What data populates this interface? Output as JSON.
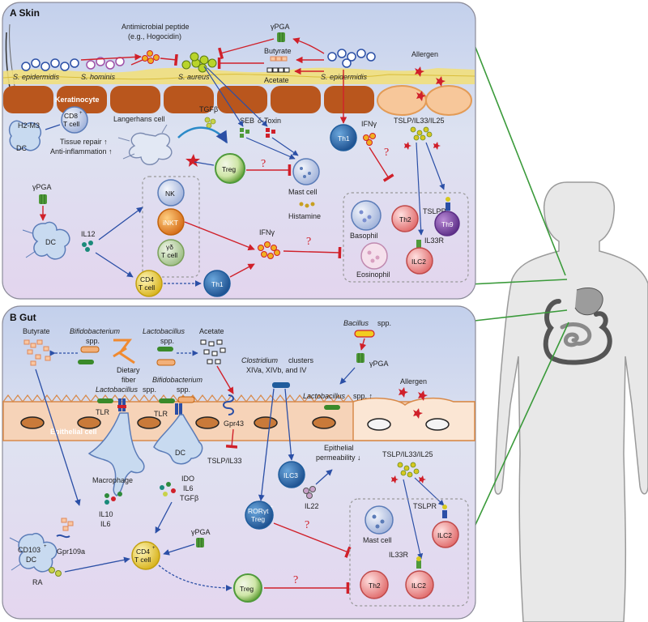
{
  "panel_a": {
    "heading": "A  Skin",
    "keratinocyte": "Keratinocyte",
    "antimicrobial_peptide": "Antimicrobial peptide",
    "hogocidin": "(e.g., Hogocidin)",
    "gpga_top": "γPGA",
    "butyrate": "Butyrate",
    "acetate": "Acetate",
    "allergen": "Allergen",
    "s_epidermidis_left": "S. epidermidis",
    "s_hominis": "S. hominis",
    "s_aureus": "S. aureus",
    "s_epidermidis_right": "S. epidermidis",
    "h2m3": "H2-M3",
    "cd8": "CD8",
    "cd8_sup": "+",
    "t_cell": "T cell",
    "dc": "DC",
    "tissue_repair": "Tissue repair ↑",
    "anti_inflammation": "Anti-inflammation ↑",
    "langerhans": "Langerhans cell",
    "tgfb": "TGFβ",
    "seb": "SEB",
    "delta_toxin": "δ-Toxin",
    "th1_top": "Th1",
    "ifng_top": "IFNγ",
    "tslp": "TSLP/IL33/IL25",
    "treg": "Treg",
    "mast_cell": "Mast cell",
    "histamine": "Histamine",
    "gpga_left": "γPGA",
    "dc2": "DC",
    "il12": "IL12",
    "nk": "NK",
    "inkt": "iNKT",
    "gd": "γδ",
    "gd_t": "T cell",
    "cd4": "CD4",
    "cd4_t": "T cell",
    "th1_bottom": "Th1",
    "ifng_mid": "IFNγ",
    "basophil": "Basophil",
    "th2": "Th2",
    "eosinophil": "Eosinophil",
    "tslpr": "TSLPR",
    "th9": "Th9",
    "il33r": "IL33R",
    "ilc2": "ILC2",
    "question": "?"
  },
  "panel_b": {
    "heading": "B  Gut",
    "butyrate": "Butyrate",
    "bifido_top": "Bifidobacterium",
    "spp1": "spp.",
    "lacto_top": "Lactobacillus",
    "spp2": "spp.",
    "acetate": "Acetate",
    "bacillus": "Bacillus",
    "bacillus_spp": "spp.",
    "dietary": "Dietary",
    "fiber": "fiber",
    "bifido_mid": "Bifidobacterium",
    "clostridium": "Clostridium",
    "clusters": "clusters",
    "xiva": "XIVa, XIVb, and IV",
    "gpga": "γPGA",
    "lacto_mid": "Lactobacillus",
    "lacto_mid_spp": "spp.",
    "spp_mid": "spp.",
    "lacto_up_a": "Lactobacillus",
    "lacto_up_b": "spp. ↑",
    "allergen": "Allergen",
    "tlr1": "TLR",
    "tlr2": "TLR",
    "gpr43": "Gpr43",
    "epithelial": "Epithelial cell",
    "macrophage": "Macrophage",
    "dc": "DC",
    "tslp_il33": "TSLP/IL33",
    "epith_perm_a": "Epithelial",
    "epith_perm_b": "permeability ↓",
    "tslp3": "TSLP/IL33/IL25",
    "ilc3": "ILC3",
    "il22": "IL22",
    "il10": "IL10",
    "il6a": "IL6",
    "ido": "IDO",
    "il6b": "IL6",
    "tgfb": "TGFβ",
    "cd103": "CD103",
    "cd103_sup": "+",
    "dc2": "DC",
    "gpr109a": "Gpr109a",
    "ra": "RA",
    "cd4": "CD4",
    "cd4_sup": "+",
    "cd4_t": "T cell",
    "gpga2": "γPGA",
    "rorgt": "RORγt",
    "rorgt_sup": "+",
    "rorgt_treg": "Treg",
    "treg": "Treg",
    "mast_cell": "Mast cell",
    "tslpr": "TSLPR",
    "ilc2a": "ILC2",
    "il33r": "IL33R",
    "th2": "Th2",
    "ilc2b": "ILC2",
    "question": "?"
  },
  "colors": {
    "panel_top": "#c9d5ee",
    "panel_bottom": "#e6d9ef",
    "keratinocyte": "#b9561d",
    "epithelium": "#f6d3b8",
    "inhibit": "#d0202a",
    "activate": "#2b4fa6",
    "treg_green": "#4f9a3a",
    "th1_blue": "#1f5c9c",
    "silhouette": "#e6e6e6"
  }
}
